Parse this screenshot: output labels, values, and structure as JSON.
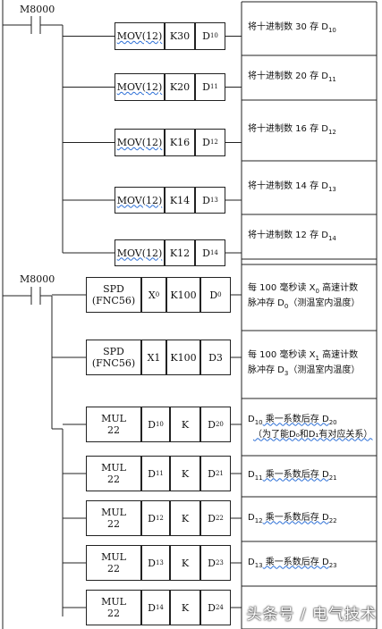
{
  "rung1": {
    "contact": "M8000",
    "rows": [
      {
        "op": "MOV(12)",
        "src": "K30",
        "dst": "D",
        "dsub": "10",
        "comment": "将十进制数 30 存 D",
        "csub": "10"
      },
      {
        "op": "MOV(12)",
        "src": "K20",
        "dst": "D",
        "dsub": "11",
        "comment": "将十进制数 20 存 D",
        "csub": "11"
      },
      {
        "op": "MOV(12)",
        "src": "K16",
        "dst": "D",
        "dsub": "12",
        "comment": "将十进制数 16 存 D",
        "csub": "12"
      },
      {
        "op": "MOV(12)",
        "src": "K14",
        "dst": "D",
        "dsub": "13",
        "comment": "将十进制数 14 存 D",
        "csub": "13"
      },
      {
        "op": "MOV(12)",
        "src": "K12",
        "dst": "D",
        "dsub": "14",
        "comment": "将十进制数 12 存 D",
        "csub": "14"
      }
    ]
  },
  "rung2": {
    "contact": "M8000",
    "spd": [
      {
        "op1": "SPD",
        "op2": "(FNC56)",
        "a": "X",
        "asub": "0",
        "b": "K100",
        "c": "D",
        "csub": "0",
        "c1": "每 100 毫秒读 X",
        "c1sub": "0",
        "c1b": " 高速计数",
        "c2": "脉冲存 D",
        "c2sub": "0",
        "c2b": "（测温室内温度）"
      },
      {
        "op1": "SPD",
        "op2": "(FNC56)",
        "a": "X1",
        "asub": "",
        "b": "K100",
        "c": "D3",
        "csub": "",
        "c1": "每 100 毫秒读 X",
        "c1sub": "1",
        "c1b": " 高速计数",
        "c2": "脉冲存 D",
        "c2sub": "3",
        "c2b": "（测温室内温度）"
      }
    ],
    "mul": [
      {
        "op1": "MUL",
        "op2": "22",
        "a": "D",
        "asub": "10",
        "b": "K",
        "c": "D",
        "csub": "20",
        "c1": "D",
        "c1sub": "10",
        "c1b": " 乘一系数后存 D",
        "c1sub2": "20",
        "c2": "（为了能D₀和D₁有对应关系）"
      },
      {
        "op1": "MUL",
        "op2": "22",
        "a": "D",
        "asub": "11",
        "b": "K",
        "c": "D",
        "csub": "21",
        "c1": "D",
        "c1sub": "11",
        "c1b": " 乘一系数后存 D",
        "c1sub2": "21",
        "c2": ""
      },
      {
        "op1": "MUL",
        "op2": "22",
        "a": "D",
        "asub": "12",
        "b": "K",
        "c": "D",
        "csub": "22",
        "c1": "D",
        "c1sub": "12",
        "c1b": " 乘一系数后存 D",
        "c1sub2": "22",
        "c2": ""
      },
      {
        "op1": "MUL",
        "op2": "22",
        "a": "D",
        "asub": "13",
        "b": "K",
        "c": "D",
        "csub": "23",
        "c1": "D",
        "c1sub": "13",
        "c1b": " 乘一系数后存 D",
        "c1sub2": "23",
        "c2": ""
      },
      {
        "op1": "MUL",
        "op2": "22",
        "a": "D",
        "asub": "14",
        "b": "K",
        "c": "D",
        "csub": "24",
        "c1": "",
        "c1sub": "",
        "c1b": "",
        "c1sub2": "",
        "c2": ""
      }
    ]
  },
  "watermark": "头条号 / 电气技术"
}
